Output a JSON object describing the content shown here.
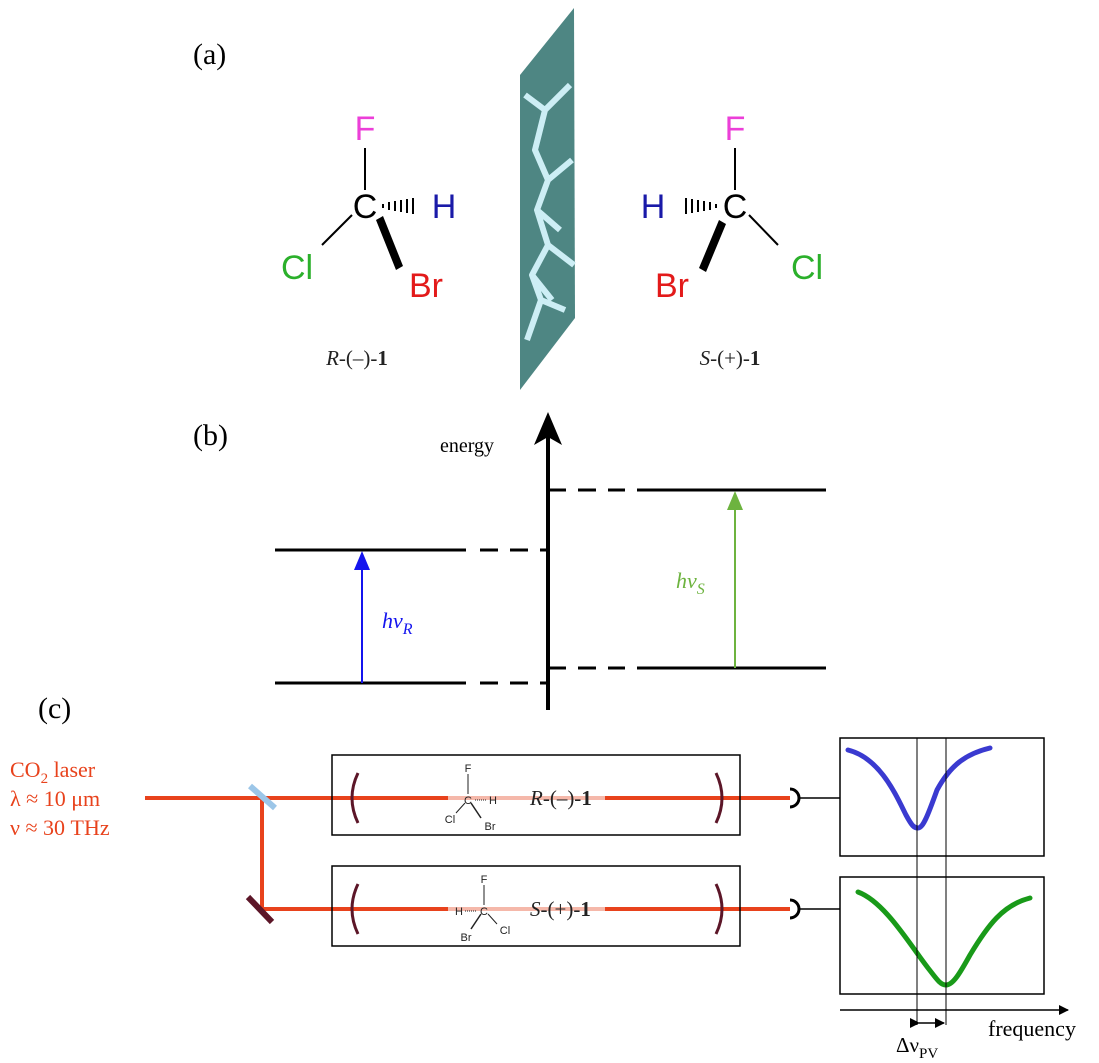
{
  "panels": {
    "a": "(a)",
    "b": "(b)",
    "c": "(c)"
  },
  "molecule_R": {
    "atoms": {
      "top": "F",
      "center": "C",
      "right": "H",
      "left": "Cl",
      "bottom": "Br"
    },
    "name_prefix": "R",
    "name_sign": "-(–)-",
    "name_number": "1"
  },
  "molecule_S": {
    "atoms": {
      "top": "F",
      "center": "C",
      "left": "H",
      "right": "Cl",
      "bottom": "Br"
    },
    "name_prefix": "S",
    "name_sign": "-(+)-",
    "name_number": "1"
  },
  "energy_diagram": {
    "axis_label": "energy",
    "transition_R": {
      "main": "hv",
      "sub": "R"
    },
    "transition_S": {
      "main": "hv",
      "sub": "S"
    }
  },
  "laser": {
    "line1_prefix": "CO",
    "line1_sub": "2",
    "line1_suffix": " laser",
    "line2": "λ ≈ 10 μm",
    "line3": "ν ≈ 30 THz"
  },
  "cells": {
    "top": {
      "label_prefix": "R",
      "label_sign": "-(–)-",
      "label_number": "1",
      "atoms": {
        "top": "F",
        "center": "C",
        "right": "H",
        "left": "Cl",
        "bottom": "Br"
      }
    },
    "bottom": {
      "label_prefix": "S",
      "label_sign": "-(+)-",
      "label_number": "1",
      "atoms": {
        "top": "F",
        "center": "C",
        "left": "H",
        "right": "Cl",
        "bottom": "Br"
      }
    }
  },
  "spectra": {
    "axis_label": "frequency",
    "delta_main": "Δν",
    "delta_sub": "PV"
  },
  "colors": {
    "fluorine": "#ec3fd8",
    "hydrogen": "#1a1aa8",
    "chlorine": "#2bb02b",
    "bromine": "#e31a1a",
    "laser": "#e8421c",
    "beam_faded": "#f5b8aa",
    "curve_R": "#3a3ad0",
    "curve_S": "#199a19",
    "arrow_R": "#1414ee",
    "arrow_S": "#6db33f",
    "mirror": "#5c1628",
    "splitter": "#9cc6e8",
    "plane": "#4e8683",
    "crack": "#cdeef5"
  }
}
